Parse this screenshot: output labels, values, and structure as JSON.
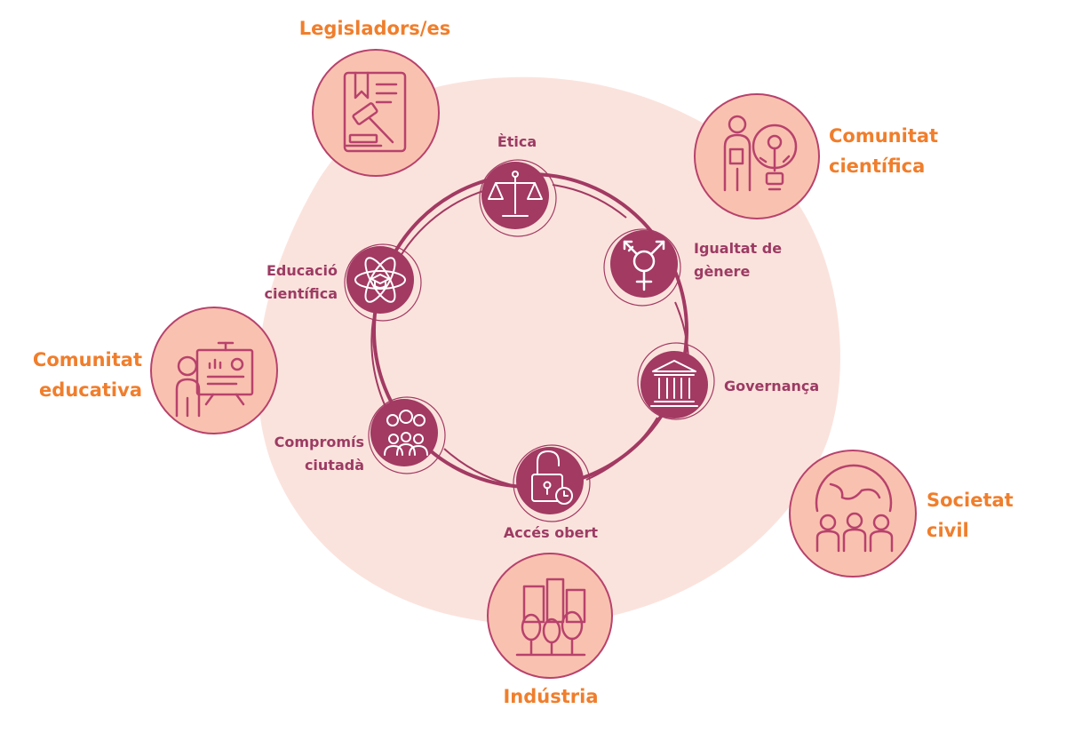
{
  "diagram": {
    "colors": {
      "blob": "#fbe3dd",
      "stakeholder_fill": "#f9c2b0",
      "stakeholder_stroke": "#b8426c",
      "key_fill": "#a23a62",
      "ring": "#a23a62",
      "stakeholder_text": "#f07e2c",
      "key_text": "#9c3b63"
    },
    "stakeholders": [
      {
        "id": "legisladors",
        "lines": [
          "Legisladors/es"
        ],
        "icon": "legislation-gavel-icon"
      },
      {
        "id": "comunitat-cientifica",
        "lines": [
          "Comunitat",
          "científica"
        ],
        "icon": "scientist-lightbulb-icon"
      },
      {
        "id": "comunitat-educativa",
        "lines": [
          "Comunitat",
          "educativa"
        ],
        "icon": "teacher-presentation-icon"
      },
      {
        "id": "societat-civil",
        "lines": [
          "Societat",
          "civil"
        ],
        "icon": "globe-people-icon"
      },
      {
        "id": "industria",
        "lines": [
          "Indústria"
        ],
        "icon": "city-trees-icon"
      }
    ],
    "key_areas": [
      {
        "id": "etica",
        "lines": [
          "Ètica"
        ],
        "icon": "scales-icon"
      },
      {
        "id": "igualtat",
        "lines": [
          "Igualtat de",
          "gènere"
        ],
        "icon": "gender-symbol-icon"
      },
      {
        "id": "governanca",
        "lines": [
          "Governança"
        ],
        "icon": "government-building-icon"
      },
      {
        "id": "acces-obert",
        "lines": [
          "Accés obert"
        ],
        "icon": "open-padlock-clock-icon"
      },
      {
        "id": "compromis",
        "lines": [
          "Compromís",
          "ciutadà"
        ],
        "icon": "citizens-feedback-icon"
      },
      {
        "id": "educacio",
        "lines": [
          "Educació",
          "científica"
        ],
        "icon": "atom-graduation-icon"
      }
    ]
  }
}
